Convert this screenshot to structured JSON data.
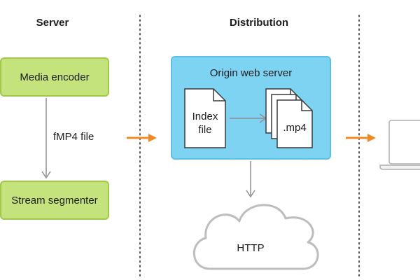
{
  "headings": {
    "server": "Server",
    "distribution": "Distribution"
  },
  "server": {
    "media_encoder": "Media encoder",
    "fmp4_label": "fMP4 file",
    "stream_segmenter": "Stream segmenter"
  },
  "distribution": {
    "origin_title": "Origin web server",
    "index_file": "Index\nfile",
    "mp4_file": ".mp4",
    "http": "HTTP"
  },
  "colors": {
    "green_fill": "#c4e37c",
    "green_border": "#9fc84a",
    "blue_fill": "#7fd3f2",
    "blue_border": "#5bbfe6",
    "orange_arrow": "#f08a24",
    "gray_line": "#8e8e93"
  },
  "icons": [
    "document-icon",
    "document-stack-icon",
    "cloud-icon",
    "laptop-icon",
    "arrow-right-icon",
    "arrow-down-icon"
  ]
}
